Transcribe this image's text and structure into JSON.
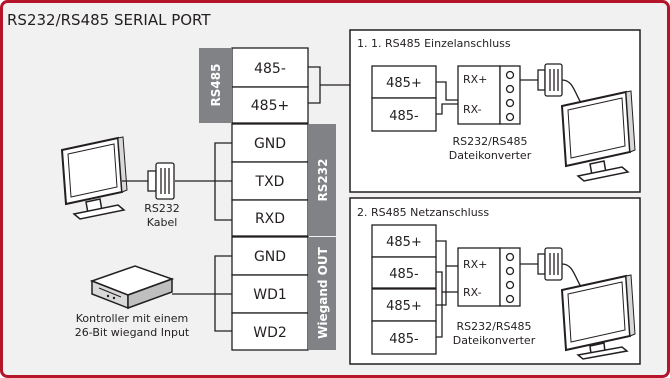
{
  "title": "RS232/RS485 SERIAL PORT",
  "colors": {
    "frame_border": "#b5152b",
    "frame_bg": "#f1f1f1",
    "side_label_bg": "#808285",
    "side_label_text": "#ffffff",
    "line": "#231f20"
  },
  "terminal_block": {
    "rs485_group_label": "RS485",
    "rs485": [
      "485-",
      "485+"
    ],
    "rs232_group_label": "RS232",
    "rs232": [
      "GND",
      "TXD",
      "RXD"
    ],
    "wiegand_group_label": "Wiegand OUT",
    "wiegand": [
      "GND",
      "WD1",
      "WD2"
    ]
  },
  "devices": {
    "pc_label_line1": "RS232",
    "pc_label_line2": "Kabel",
    "controller_label_line1": "Kontroller mit einem",
    "controller_label_line2": "26-Bit wiegand Input"
  },
  "panel_1": {
    "title": "1. 1. RS485 Einzelanschluss",
    "terminals": [
      "485+",
      "485-"
    ],
    "converter_pins": [
      "RX+",
      "RX-"
    ],
    "converter_label_line1": "RS232/RS485",
    "converter_label_line2": "Dateikonverter"
  },
  "panel_2": {
    "title": "2. RS485 Netzanschluss",
    "terminals": [
      "485+",
      "485-",
      "485+",
      "485-"
    ],
    "converter_pins": [
      "RX+",
      "RX-"
    ],
    "converter_label_line1": "RS232/RS485",
    "converter_label_line2": "Dateikonverter"
  }
}
